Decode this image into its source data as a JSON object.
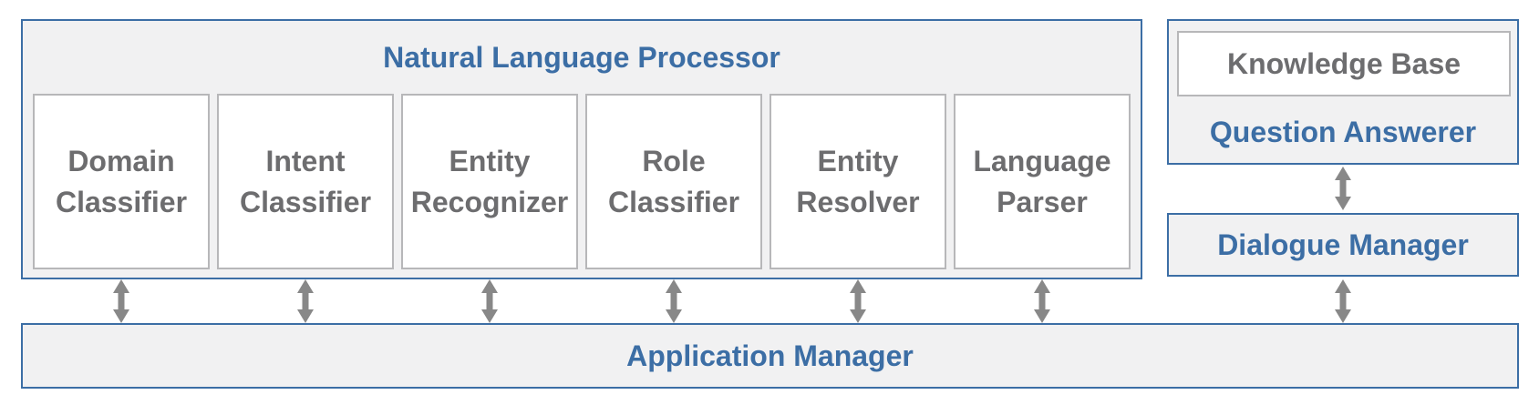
{
  "nlp": {
    "title": "Natural Language Processor",
    "components": [
      {
        "line1": "Domain",
        "line2": "Classifier"
      },
      {
        "line1": "Intent",
        "line2": "Classifier"
      },
      {
        "line1": "Entity",
        "line2": "Recognizer"
      },
      {
        "line1": "Role",
        "line2": "Classifier"
      },
      {
        "line1": "Entity",
        "line2": "Resolver"
      },
      {
        "line1": "Language",
        "line2": "Parser"
      }
    ]
  },
  "qa": {
    "knowledge_base": "Knowledge Base",
    "title": "Question Answerer"
  },
  "dialogue_manager": {
    "title": "Dialogue Manager"
  },
  "application_manager": {
    "title": "Application Manager"
  },
  "colors": {
    "accent_blue": "#3c6ea5",
    "box_fill": "#f1f1f2",
    "component_border": "#b7b7b9",
    "component_text": "#6d6d6f",
    "arrow": "#888888"
  }
}
